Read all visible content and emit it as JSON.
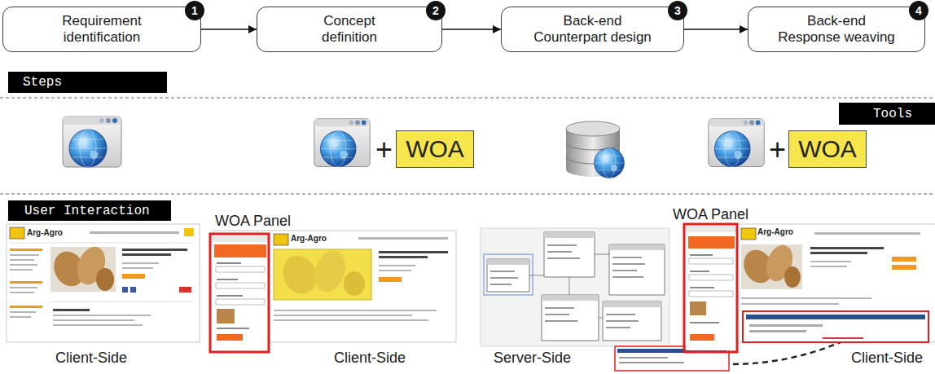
{
  "diagram": {
    "nodes": [
      {
        "text": [
          "Requirement identification"
        ]
      },
      {
        "text": [
          "1"
        ],
        "in": 0
      },
      {
        "text": [
          "Concept definition"
        ]
      },
      {
        "text": [
          "2"
        ],
        "in": 2
      },
      {
        "text": [
          "Back-end Counterpart design"
        ]
      },
      {
        "text": [
          "3"
        ],
        "in": 4
      },
      {
        "text": [
          "Back-end Response weaving"
        ]
      },
      {
        "text": [
          "4"
        ],
        "in": 6
      },
      {
        "text": [
          "Steps"
        ]
      },
      {
        "text": [
          "Tools"
        ]
      },
      {
        "text": [
          "WOA"
        ]
      },
      {
        "text": [
          "WOA"
        ]
      },
      {
        "text": [
          "User Interaction"
        ]
      }
    ],
    "edges": [
      {
        "from": 0,
        "to": 2,
        "arrow": "to"
      },
      {
        "from": 2,
        "to": 4,
        "arrow": "to"
      },
      {
        "from": 4,
        "to": 6,
        "arrow": "to"
      }
    ],
    "labels": [
      "+",
      "+",
      "WOA Panel",
      "WOA Panel",
      "Arg-Agro",
      "Arg-Agro",
      "Arg-Agro",
      "Client-Side",
      "Client-Side",
      "Server-Side",
      "Client-Side"
    ]
  }
}
